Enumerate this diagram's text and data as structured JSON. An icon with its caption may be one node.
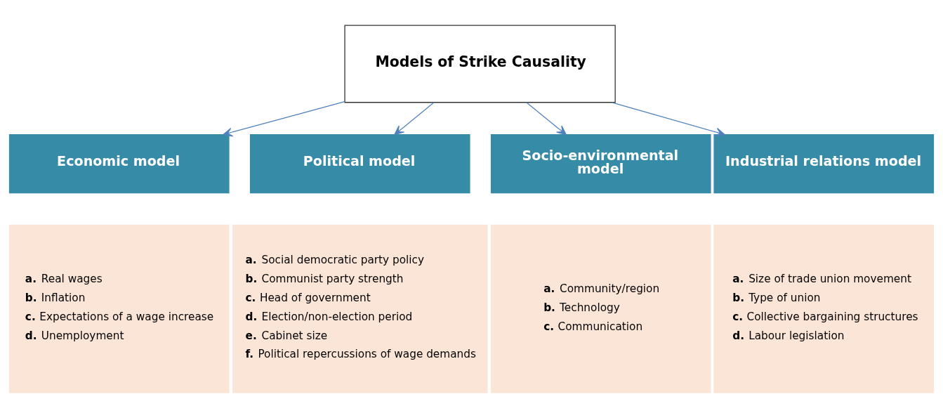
{
  "diagram": {
    "nodes": [
      {
        "text": [
          "Models of Strike Causality"
        ]
      },
      {
        "text": [
          "Economic model"
        ]
      },
      {
        "text": [
          "Political model"
        ]
      },
      {
        "text": [
          "Socio-environmental model"
        ]
      },
      {
        "text": [
          "Industrial relations model"
        ]
      },
      {
        "text": [
          "**a.** Real wages",
          "**b.** Inflation",
          "**c.** Expectations of a wage increase",
          "**d.** Unemployment"
        ]
      },
      {
        "text": [
          "**a.** Social democratic party policy",
          "**b.** Communist party strength",
          "**c.** Head of government",
          "**d.** Election/non-election period",
          "**e.** Cabinet size",
          "**f.** Political repercussions of wage demands"
        ]
      },
      {
        "text": [
          "**a.** Community/region",
          "**b.** Technology",
          "**c.** Communication"
        ]
      },
      {
        "text": [
          "**a.** Size of trade union movement",
          "**b.** Type of union",
          "**c.** Collective bargaining structures",
          "**d.** Labour legislation"
        ]
      }
    ],
    "edges": [
      {
        "from": 0,
        "to": 1,
        "arrow": "to"
      },
      {
        "from": 0,
        "to": 2,
        "arrow": "to"
      },
      {
        "from": 0,
        "to": 3,
        "arrow": "to"
      },
      {
        "from": 0,
        "to": 4,
        "arrow": "to"
      }
    ]
  }
}
